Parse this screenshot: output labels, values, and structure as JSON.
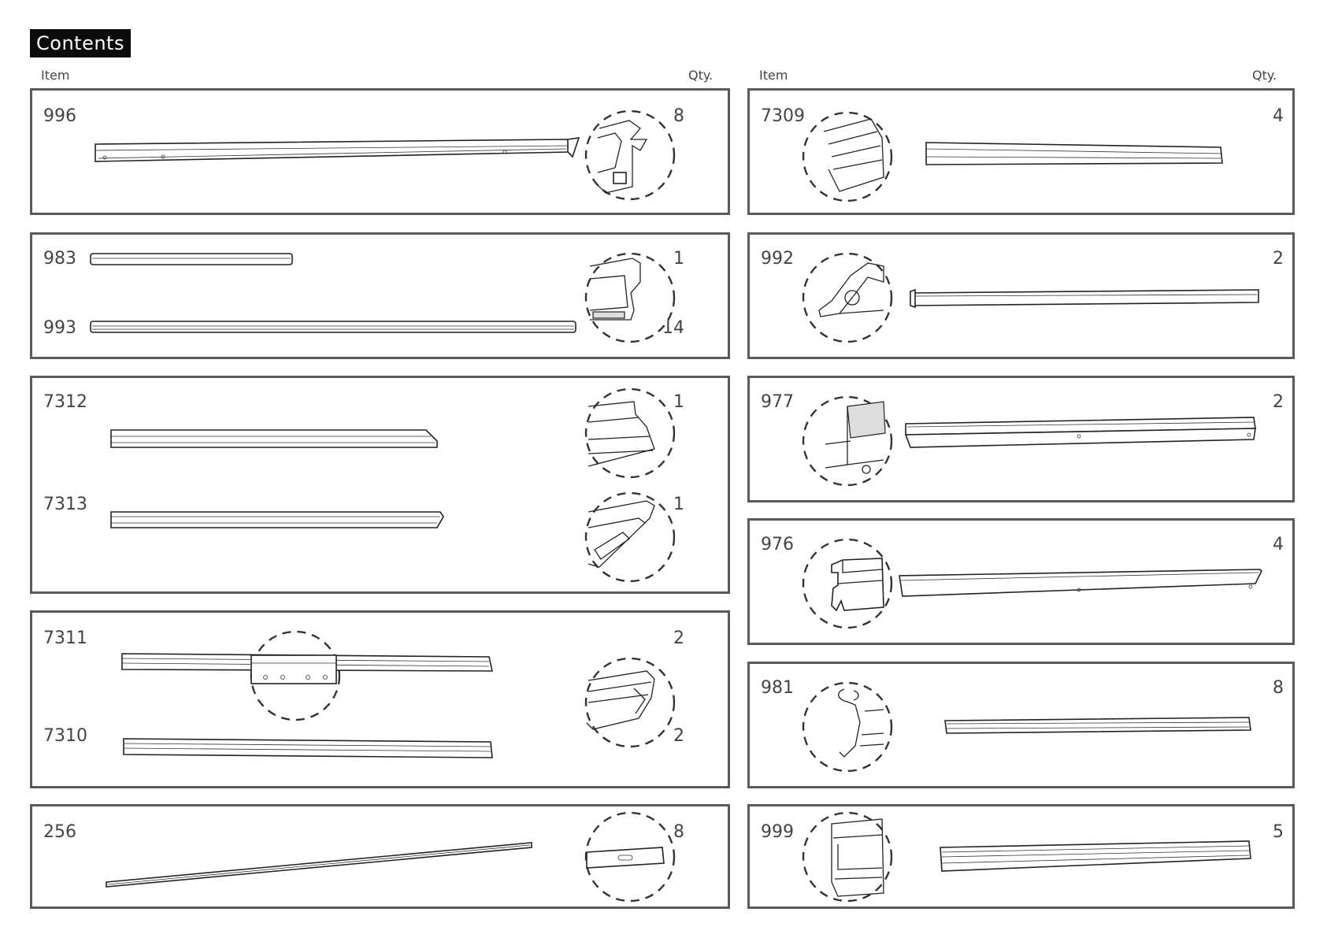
{
  "header": {
    "title": "Contents",
    "left_item_label": "Item",
    "left_qty_label": "Qty.",
    "right_item_label": "Item",
    "right_qty_label": "Qty."
  },
  "left_panels": [
    {
      "parts": [
        {
          "number": "996",
          "qty": "8"
        }
      ]
    },
    {
      "parts": [
        {
          "number": "983",
          "qty": "1"
        },
        {
          "number": "993",
          "qty": "14"
        }
      ]
    },
    {
      "parts": [
        {
          "number": "7312",
          "qty": "1"
        },
        {
          "number": "7313",
          "qty": "1"
        }
      ]
    },
    {
      "parts": [
        {
          "number": "7311",
          "qty": "2"
        },
        {
          "number": "7310",
          "qty": "2"
        }
      ]
    },
    {
      "parts": [
        {
          "number": "256",
          "qty": "8"
        }
      ]
    }
  ],
  "right_panels": [
    {
      "parts": [
        {
          "number": "7309",
          "qty": "4"
        }
      ]
    },
    {
      "parts": [
        {
          "number": "992",
          "qty": "2"
        }
      ]
    },
    {
      "parts": [
        {
          "number": "977",
          "qty": "2"
        }
      ]
    },
    {
      "parts": [
        {
          "number": "976",
          "qty": "4"
        }
      ]
    },
    {
      "parts": [
        {
          "number": "981",
          "qty": "8"
        }
      ]
    },
    {
      "parts": [
        {
          "number": "999",
          "qty": "5"
        }
      ]
    }
  ]
}
